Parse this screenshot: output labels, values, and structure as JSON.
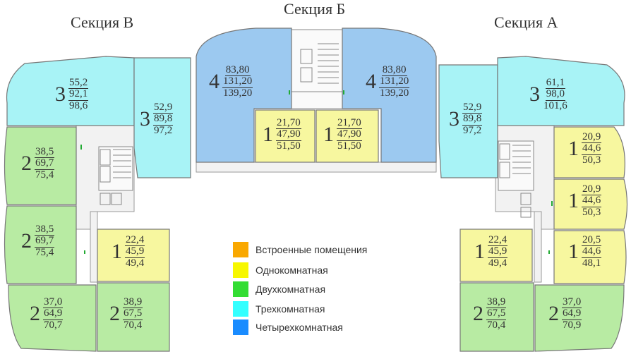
{
  "sections": {
    "b_left": "Секция В",
    "b_center": "Секция Б",
    "a_right": "Секция А"
  },
  "colors": {
    "builtin": "#f9a800",
    "one_room": "#f7f79f",
    "two_room": "#b8eba3",
    "three_room": "#a8f3f6",
    "four_room": "#9cc9f0",
    "wall": "#777777"
  },
  "legend": [
    {
      "label": "Встроенные помещения",
      "color": "#f9a800"
    },
    {
      "label": "Однокомнатная",
      "color": "#f7f700"
    },
    {
      "label": "Двухкомнатная",
      "color": "#33dd33"
    },
    {
      "label": "Трехкомнатная",
      "color": "#33ffff"
    },
    {
      "label": "Четырехкомнатная",
      "color": "#1a8cff"
    }
  ],
  "apartments": [
    {
      "id": "v3a",
      "rooms": "3",
      "a1": "55,2",
      "a2": "92,1",
      "a3": "98,6"
    },
    {
      "id": "v3b",
      "rooms": "3",
      "a1": "52,9",
      "a2": "89,8",
      "a3": "97,2"
    },
    {
      "id": "v2a",
      "rooms": "2",
      "a1": "38,5",
      "a2": "69,7",
      "a3": "75,4"
    },
    {
      "id": "v2b",
      "rooms": "2",
      "a1": "38,5",
      "a2": "69,7",
      "a3": "75,4"
    },
    {
      "id": "v1a",
      "rooms": "1",
      "a1": "22,4",
      "a2": "45,9",
      "a3": "49,4"
    },
    {
      "id": "v2c",
      "rooms": "2",
      "a1": "37,0",
      "a2": "64,9",
      "a3": "70,7"
    },
    {
      "id": "v2d",
      "rooms": "2",
      "a1": "38,9",
      "a2": "67,5",
      "a3": "70,4"
    },
    {
      "id": "b4a",
      "rooms": "4",
      "a1": "83,80",
      "a2": "131,20",
      "a3": "139,20"
    },
    {
      "id": "b4b",
      "rooms": "4",
      "a1": "83,80",
      "a2": "131,20",
      "a3": "139,20"
    },
    {
      "id": "b1a",
      "rooms": "1",
      "a1": "21,70",
      "a2": "47,90",
      "a3": "51,50"
    },
    {
      "id": "b1b",
      "rooms": "1",
      "a1": "21,70",
      "a2": "47,90",
      "a3": "51,50"
    },
    {
      "id": "a3a",
      "rooms": "3",
      "a1": "52,9",
      "a2": "89,8",
      "a3": "97,2"
    },
    {
      "id": "a3b",
      "rooms": "3",
      "a1": "61,1",
      "a2": "98,0",
      "a3": "101,6"
    },
    {
      "id": "a1a",
      "rooms": "1",
      "a1": "20,9",
      "a2": "44,6",
      "a3": "50,3"
    },
    {
      "id": "a1b",
      "rooms": "1",
      "a1": "20,9",
      "a2": "44,6",
      "a3": "50,3"
    },
    {
      "id": "a1c",
      "rooms": "1",
      "a1": "22,4",
      "a2": "45,9",
      "a3": "49,4"
    },
    {
      "id": "a1d",
      "rooms": "1",
      "a1": "20,5",
      "a2": "44,6",
      "a3": "48,1"
    },
    {
      "id": "a2a",
      "rooms": "2",
      "a1": "38,9",
      "a2": "67,5",
      "a3": "70,4"
    },
    {
      "id": "a2b",
      "rooms": "2",
      "a1": "37,0",
      "a2": "64,9",
      "a3": "70,9"
    }
  ]
}
